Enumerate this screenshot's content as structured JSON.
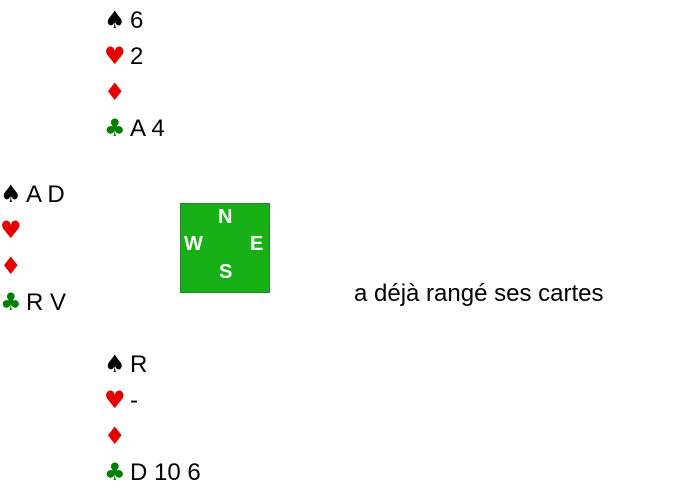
{
  "colors": {
    "spade": "#000000",
    "heart": "#e60000",
    "diamond": "#e60000",
    "club": "#008000",
    "compass_bg": "#17b117",
    "compass_text": "#ffffff"
  },
  "symbols": {
    "spade": "♠",
    "heart": "♥",
    "diamond": "♦",
    "club": "♣"
  },
  "north": {
    "spades": "6",
    "hearts": "2",
    "diamonds": "",
    "clubs": "A 4"
  },
  "west": {
    "spades": "A D",
    "hearts": "",
    "diamonds": "",
    "clubs": "R V"
  },
  "south": {
    "spades": "R",
    "hearts": "-",
    "diamonds": "",
    "clubs": "D 10 6"
  },
  "compass": {
    "n": "N",
    "w": "W",
    "e": "E",
    "s": "S"
  },
  "note": "a déjà rangé ses cartes"
}
